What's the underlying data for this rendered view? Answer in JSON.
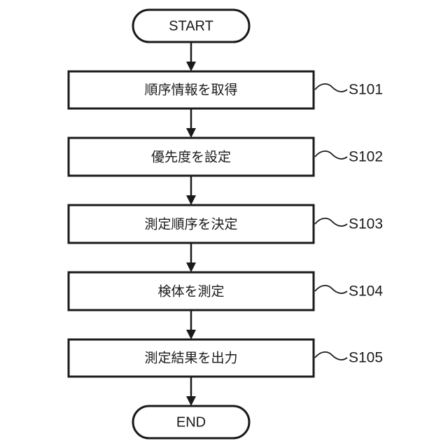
{
  "terminals": {
    "start": "START",
    "end": "END"
  },
  "steps": [
    {
      "id": "S101",
      "text": "順序情報を取得"
    },
    {
      "id": "S102",
      "text": "優先度を設定"
    },
    {
      "id": "S103",
      "text": "測定順序を決定"
    },
    {
      "id": "S104",
      "text": "検体を測定"
    },
    {
      "id": "S105",
      "text": "測定結果を出力"
    }
  ],
  "colors": {
    "stroke": "#1a1a1a",
    "background": "#ffffff"
  }
}
